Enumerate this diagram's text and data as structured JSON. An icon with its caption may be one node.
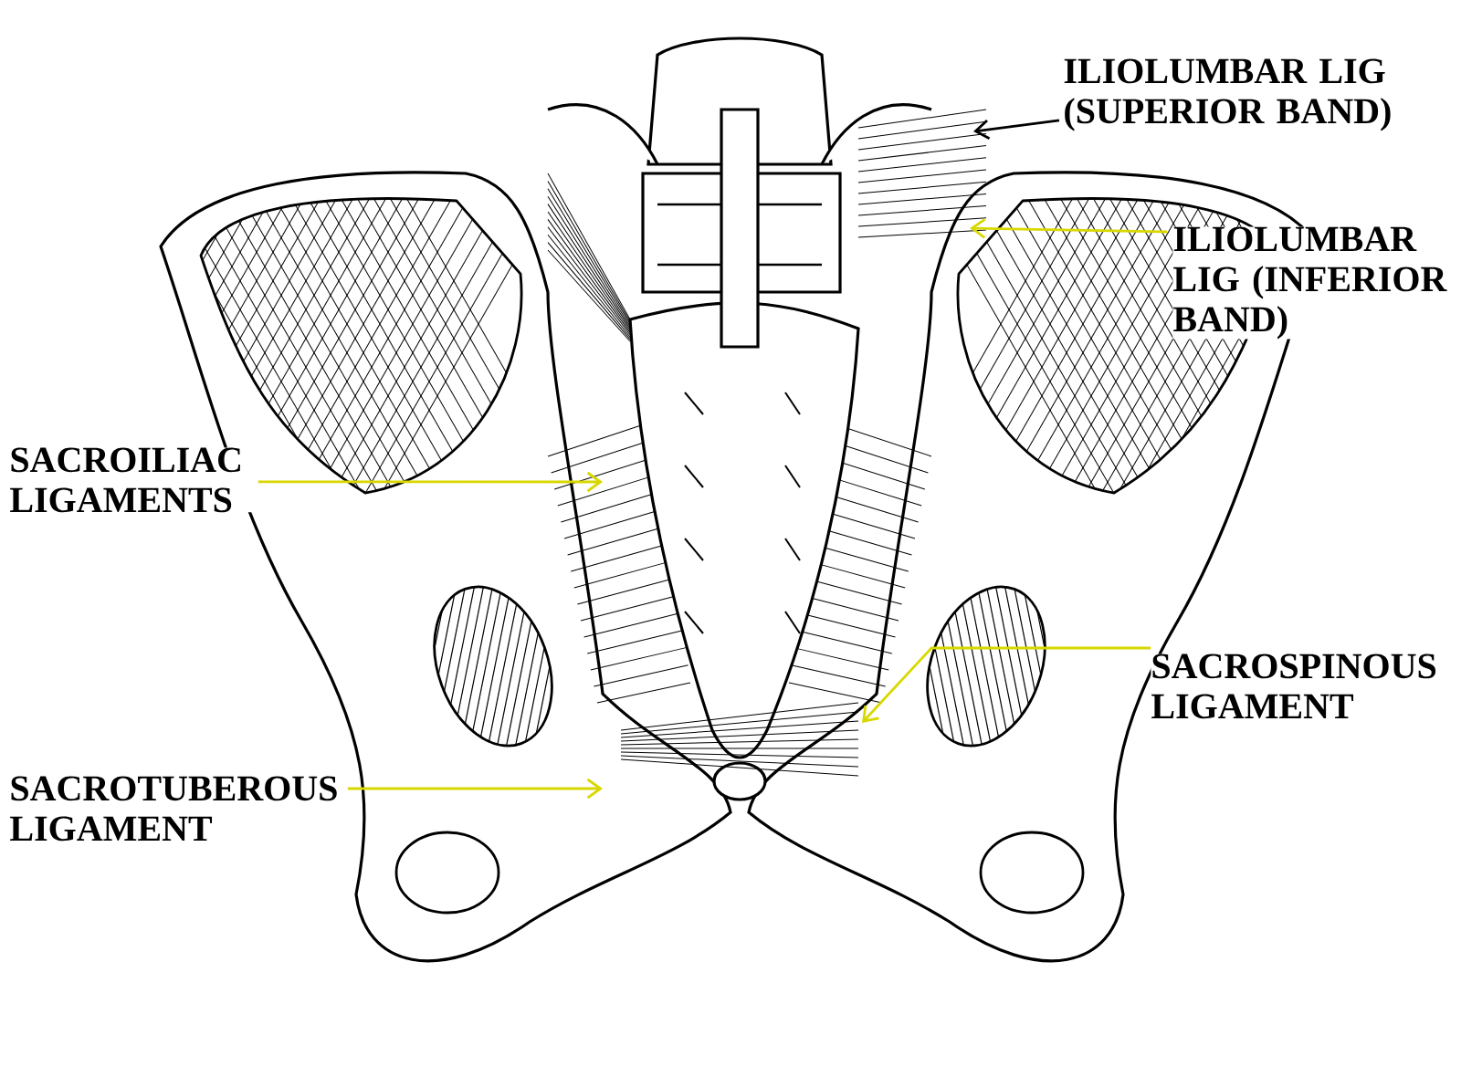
{
  "diagram": {
    "nodes": [
      {
        "text": [
          "ILIOLUMBAR LIG (SUPERIOR BAND)"
        ]
      },
      {
        "text": [
          "ILIOLUMBAR LIG (INFERIOR BAND)"
        ]
      },
      {
        "text": [
          "SACROILIAC LIGAMENTS"
        ]
      },
      {
        "text": [
          "SACROSPINOUS LIGAMENT"
        ]
      },
      {
        "text": [
          "SACROTUBEROUS LIGAMENT"
        ]
      }
    ],
    "edges": [
      {
        "from": 0,
        "to": null,
        "arrow": "to",
        "color": "#000000"
      },
      {
        "from": 1,
        "to": null,
        "arrow": "to"
      },
      {
        "from": 2,
        "to": null,
        "arrow": "to"
      },
      {
        "from": 3,
        "to": null,
        "arrow": "to"
      },
      {
        "from": 4,
        "to": null,
        "arrow": "to"
      }
    ]
  }
}
